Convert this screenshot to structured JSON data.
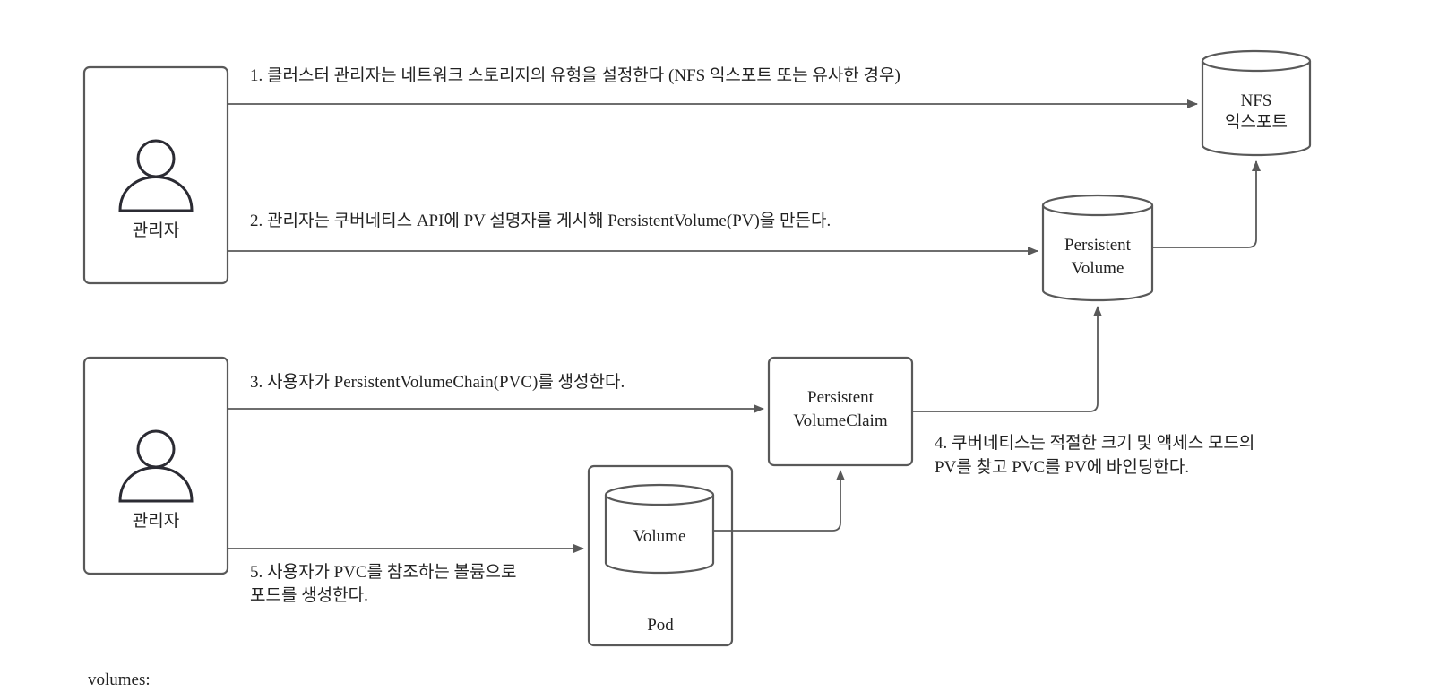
{
  "colors": {
    "stroke": "#595959",
    "text": "#222222",
    "icon": "#2b2b33",
    "background": "#ffffff"
  },
  "actors": [
    {
      "label": "관리자",
      "icon": "user-icon"
    },
    {
      "label": "관리자",
      "icon": "user-icon"
    }
  ],
  "storage": {
    "nfs": [
      "NFS",
      "익스포트"
    ],
    "pv": [
      "Persistent",
      "Volume"
    ],
    "pvc": [
      "Persistent",
      "VolumeClaim"
    ],
    "volume": "Volume",
    "pod": "Pod"
  },
  "steps": {
    "s1": "1. 클러스터 관리자는 네트워크 스토리지의 유형을 설정한다 (NFS 익스포트 또는 유사한 경우)",
    "s2": "2. 관리자는 쿠버네티스 API에 PV 설명자를 게시해 PersistentVolume(PV)을 만든다.",
    "s3": "3. 사용자가 PersistentVolumeChain(PVC)를 생성한다.",
    "s4": [
      "4. 쿠버네티스는 적절한 크기 및 액세스 모드의",
      "PV를 찾고 PVC를 PV에 바인딩한다."
    ],
    "s5": [
      "5. 사용자가 PVC를 참조하는 볼륨으로",
      "포드를 생성한다."
    ]
  },
  "footer": "volumes:"
}
